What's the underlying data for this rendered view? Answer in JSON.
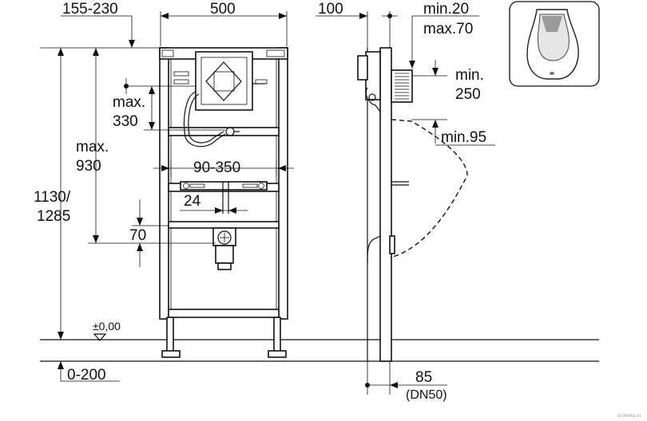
{
  "front_view": {
    "depth_range": "155-230",
    "frame_width": "500",
    "height_line1": "1130/",
    "height_line2": "1285",
    "inlet_line1": "max.",
    "inlet_line2": "330",
    "outlet_line1": "max.",
    "outlet_line2": "930",
    "bracket_span": "90-350",
    "bracket_offset": "24",
    "waste_offset": "70",
    "floor_level": "±0,00",
    "floor_build": "0-200"
  },
  "side_view": {
    "wall_distance": "100",
    "cover_line1": "min.20",
    "cover_line2": "max.70",
    "flush_line1": "min.",
    "flush_line2": "250",
    "urinal_gap": "min.95",
    "pipe_size": "85",
    "pipe_spec": "(DN50)"
  },
  "watermark": "st-sbska.ru"
}
